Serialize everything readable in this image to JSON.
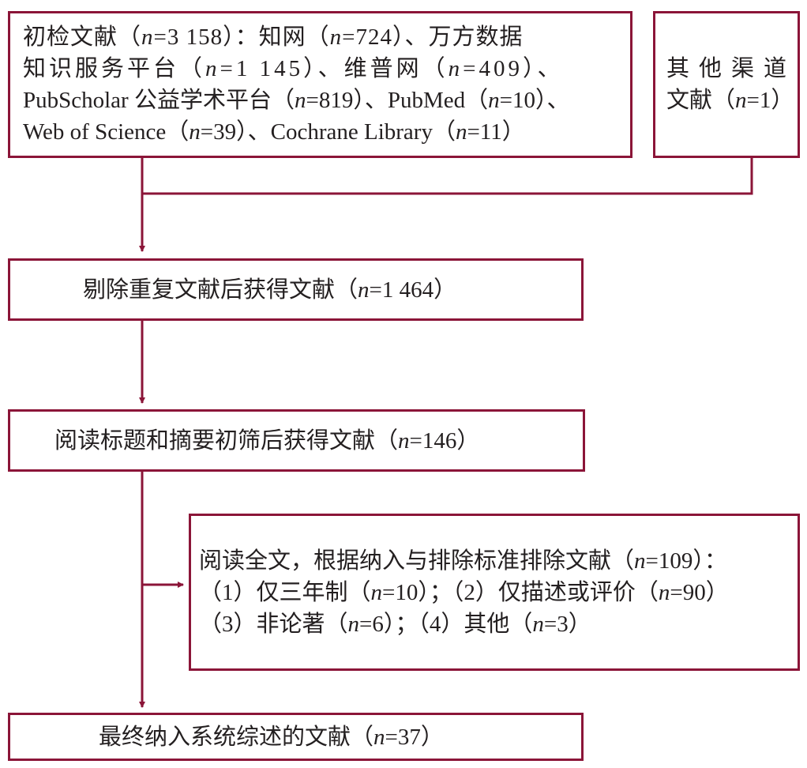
{
  "colors": {
    "accent": "#8b1538"
  },
  "boxes": {
    "initial": {
      "lines": [
        "初检文献（n=3 158）：知网（n=724）、万方数据",
        "知识服务平台（n=1 145）、维普网（n=409）、",
        "PubScholar 公益学术平台（n=819）、PubMed（n=10）、",
        "Web of Science（n=39）、Cochrane Library（n=11）"
      ]
    },
    "other": {
      "lines": [
        "其他渠道",
        "文献（n=1）"
      ]
    },
    "dedup": {
      "lines": [
        "剔除重复文献后获得文献（n=1 464）"
      ]
    },
    "screen": {
      "lines": [
        "阅读标题和摘要初筛后获得文献（n=146）"
      ]
    },
    "excluded": {
      "lines": [
        "阅读全文，根据纳入与排除标准排除文献（n=109）：",
        "（1）仅三年制（n=10）；（2）仅描述或评价（n=90）",
        "（3）非论著（n=6）；（4）其他（n=3）"
      ]
    },
    "final": {
      "lines": [
        "最终纳入系统综述的文献（n=37）"
      ]
    }
  }
}
